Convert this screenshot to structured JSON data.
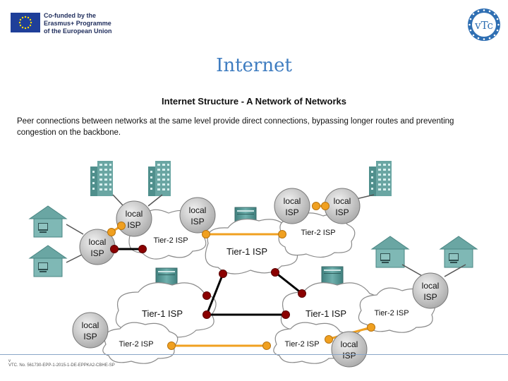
{
  "header": {
    "eu_text_lines": [
      "Co-funded by the",
      "Erasmus+ Programme",
      "of the European Union"
    ],
    "vtc_logo_text": "vTc"
  },
  "slide": {
    "title": "Internet"
  },
  "figure": {
    "title": "Internet Structure - A Network of Networks",
    "caption_line1": "Peer connections between networks at the same level provide direct connections, bypassing longer routes and preventing",
    "caption_line2": "congestion on the backbone."
  },
  "diagram": {
    "clouds": {
      "tier1_top": "Tier-1 ISP",
      "tier1_left": "Tier-1 ISP",
      "tier1_right": "Tier-1 ISP",
      "tier2_top_left": "Tier-2 ISP",
      "tier2_top_right": "Tier-2 ISP",
      "tier2_right": "Tier-2 ISP",
      "tier2_bottom_left": "Tier-2 ISP",
      "tier2_bottom_right": "Tier-2 ISP"
    },
    "local_isps": {
      "line1": "local",
      "line2": "ISP"
    },
    "colors": {
      "peer_link": "#f0a020",
      "backbone_link": "#000000",
      "router_dot": "#8b0000",
      "peer_dot": "#f0a020",
      "local_isp_fill": "#c8c8c8",
      "cloud_fill": "#ffffff",
      "server": "#5a9a98",
      "building": "#5a9a98"
    }
  },
  "footer": {
    "v_mark": "v",
    "project_text": "VTC. No. 561730-EPP-1-2015-1-DE-EPPKA2-CBHE-SP"
  }
}
